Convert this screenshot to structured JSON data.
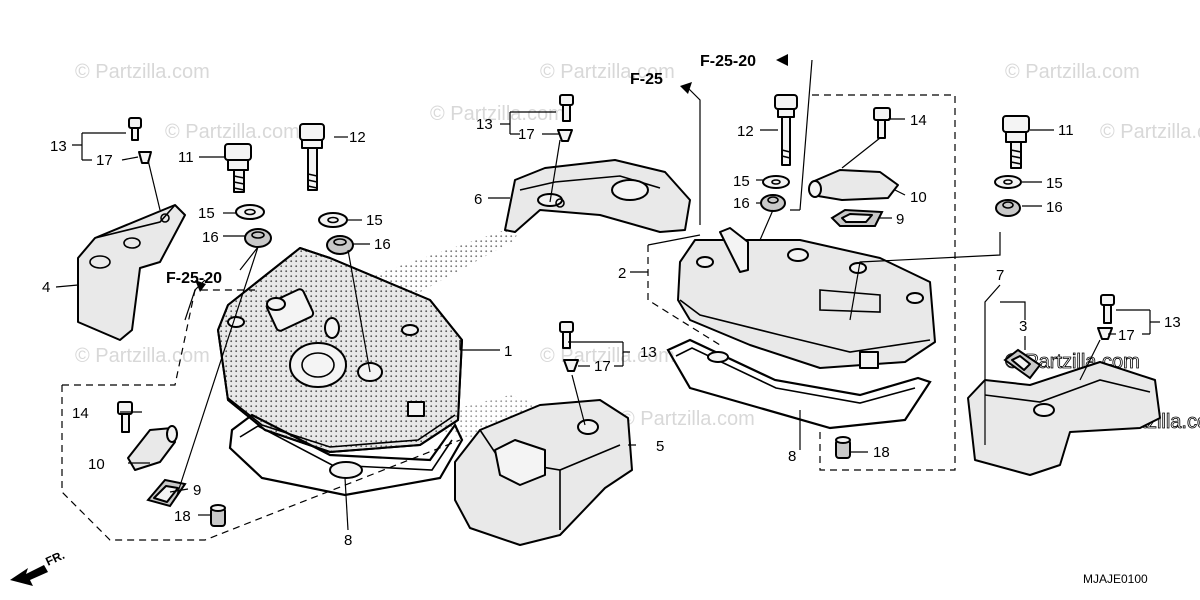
{
  "watermark": "© Partzilla.com",
  "diagram_code": "MJAJE0100",
  "front_label": "FR.",
  "refs": {
    "f_25": "F-25",
    "f_25_20_top": "F-25-20",
    "f_25_20_left": "F-25-20"
  },
  "labels": {
    "l1": "1",
    "l2": "2",
    "l3": "3",
    "l4": "4",
    "l5": "5",
    "l6": "6",
    "l7": "7",
    "l8a": "8",
    "l8b": "8",
    "l9a": "9",
    "l9b": "9",
    "l10a": "10",
    "l10b": "10",
    "l11a": "11",
    "l11b": "11",
    "l12a": "12",
    "l12b": "12",
    "l13a": "13",
    "l13b": "13",
    "l13c": "13",
    "l13d": "13",
    "l14a": "14",
    "l14b": "14",
    "l15a": "15",
    "l15b": "15",
    "l15c": "15",
    "l15d": "15",
    "l16a": "16",
    "l16b": "16",
    "l16c": "16",
    "l16d": "16",
    "l17a": "17",
    "l17b": "17",
    "l17c": "17",
    "l17d": "17",
    "l18a": "18",
    "l18b": "18"
  }
}
